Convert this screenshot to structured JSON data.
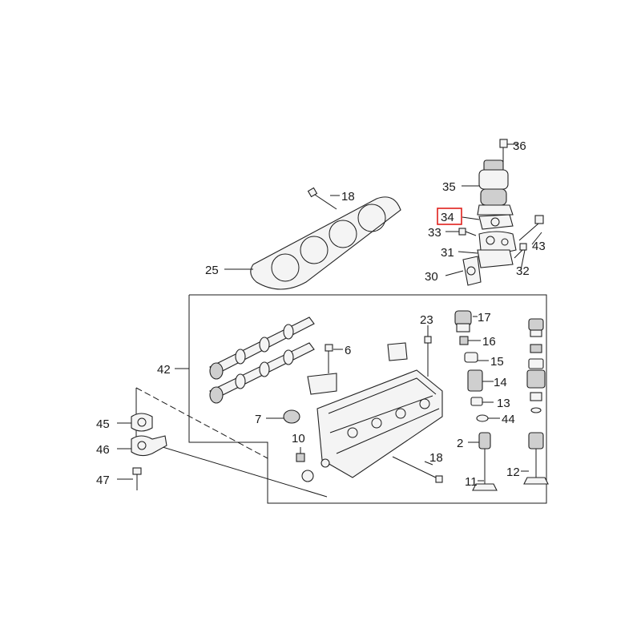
{
  "diagram": {
    "highlight_color": "#e0201c",
    "highlighted_callout": "34",
    "callouts": {
      "c36": "36",
      "c35": "35",
      "c34": "34",
      "c33": "33",
      "c31": "31",
      "c30": "30",
      "c43": "43",
      "c32": "32",
      "c18a": "18",
      "c25": "25",
      "c42": "42",
      "c23": "23",
      "c17": "17",
      "c6": "6",
      "c16": "16",
      "c15": "15",
      "c14": "14",
      "c13": "13",
      "c44": "44",
      "c7": "7",
      "c45": "45",
      "c46": "46",
      "c10": "10",
      "c2": "2",
      "c18b": "18",
      "c47": "47",
      "c12": "12",
      "c11": "11"
    }
  }
}
